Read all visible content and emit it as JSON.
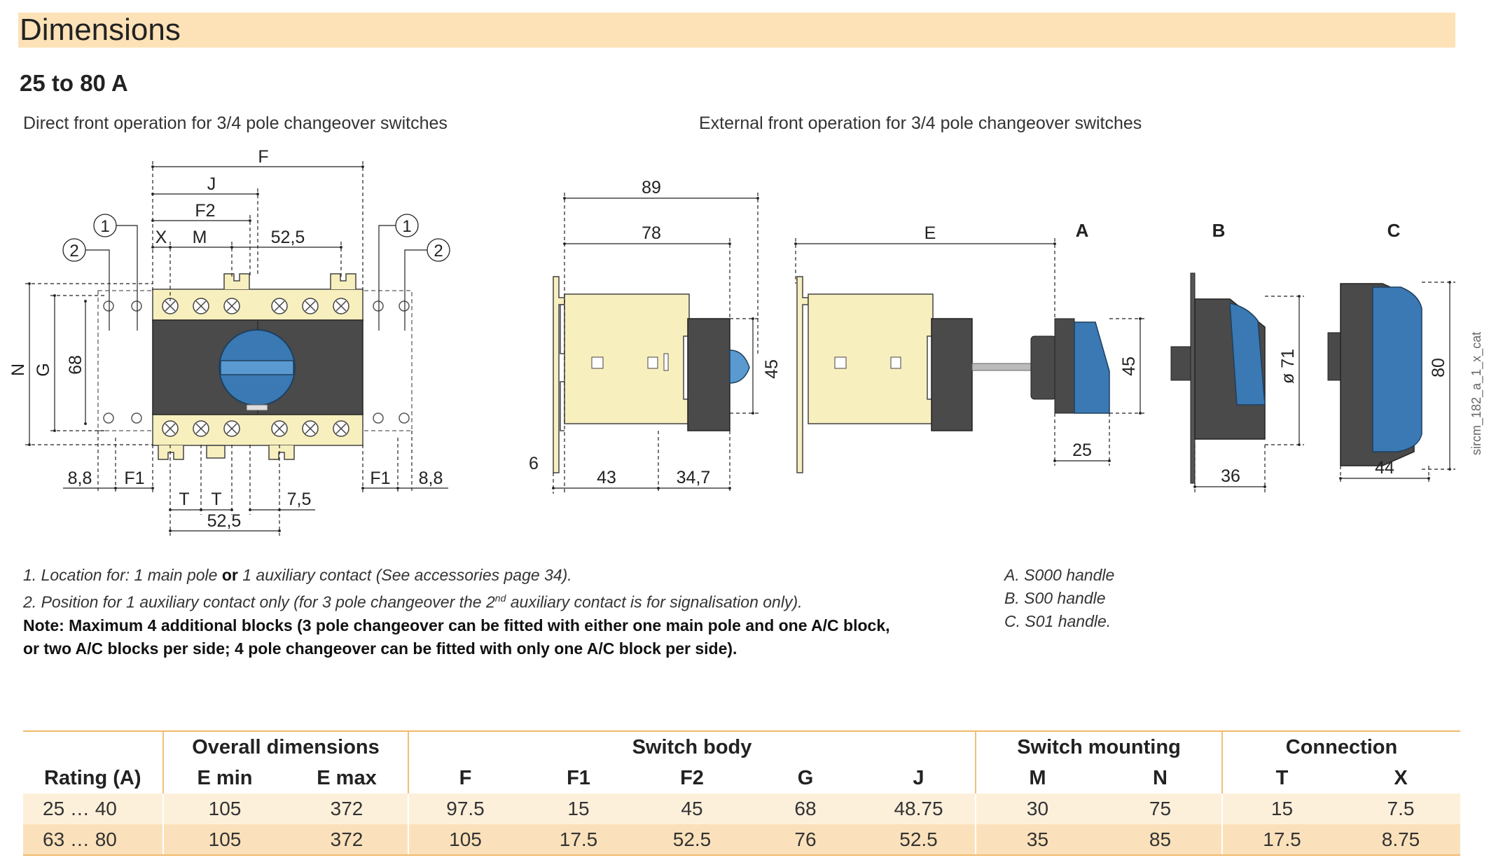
{
  "header": {
    "title": "Dimensions",
    "subtitle": "25 to 80 A"
  },
  "captions": {
    "left": "Direct front operation for 3/4 pole changeover switches",
    "right": "External front operation for 3/4 pole changeover switches"
  },
  "drawing_labels": {
    "left": {
      "F": "F",
      "J": "J",
      "F2": "F2",
      "X": "X",
      "M": "M",
      "d52_5_top": "52,5",
      "callout1": "1",
      "callout2": "2",
      "N": "N",
      "G": "G",
      "d68": "68",
      "d8_8": "8,8",
      "F1": "F1",
      "T": "T",
      "d7_5": "7,5",
      "d52_5_bottom": "52,5"
    },
    "right": {
      "d89": "89",
      "d78": "78",
      "E": "E",
      "d45": "45",
      "d6": "6",
      "d43": "43",
      "d34_7": "34,7",
      "A": "A",
      "B": "B",
      "C": "C",
      "d25": "25",
      "d36": "36",
      "d44": "44",
      "d71": "ø 71",
      "d80": "80"
    }
  },
  "side_code": "sircm_182_a_1_x_cat",
  "notes": {
    "n1_pre": "1. Location for: 1 main pole ",
    "n1_or": "or",
    "n1_post": " 1 auxiliary contact (See accessories page 34).",
    "n2_pre": "2. Position for 1 auxiliary contact only (for 3 pole changeover the 2",
    "n2_sup": "nd",
    "n2_post": " auxiliary contact is for signalisation only).",
    "note_line1": "Note: Maximum 4 additional blocks (3 pole changeover can be fitted with either one main pole and one A/C block,",
    "note_line2": "or two A/C blocks per side; 4 pole changeover can be fitted with only one A/C block per side)."
  },
  "handles": [
    "A. S000 handle",
    "B. S00 handle",
    "C. S01 handle."
  ],
  "table": {
    "groups": [
      "Overall dimensions",
      "Switch body",
      "Switch mounting",
      "Connection"
    ],
    "columns": [
      "Rating (A)",
      "E min",
      "E max",
      "F",
      "F1",
      "F2",
      "G",
      "J",
      "M",
      "N",
      "T",
      "X"
    ],
    "rows": [
      [
        "25 … 40",
        "105",
        "372",
        "97.5",
        "15",
        "45",
        "68",
        "48.75",
        "30",
        "75",
        "15",
        "7.5"
      ],
      [
        "63 … 80",
        "105",
        "372",
        "105",
        "17.5",
        "52.5",
        "76",
        "52.5",
        "35",
        "85",
        "17.5",
        "8.75"
      ]
    ]
  },
  "colors": {
    "banner": "#fde2b8",
    "body_yellow": "#f7efbe",
    "housing_dark": "#4a4a4a",
    "handle_blue": "#3a79b3",
    "row_odd": "#fdf0db",
    "row_even": "#fbe1bb"
  }
}
